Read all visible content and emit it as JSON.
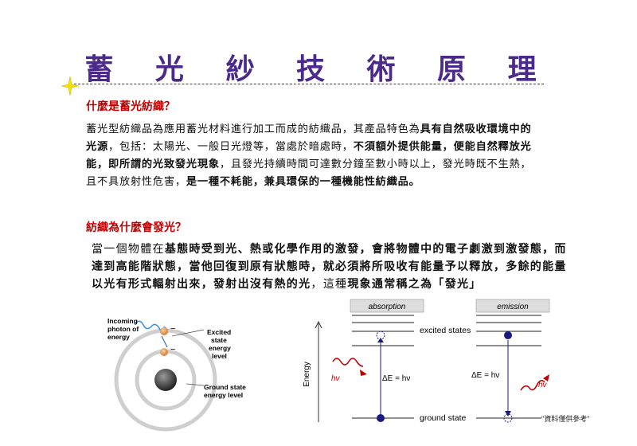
{
  "title": "蓄 光 紗 技 術 原 理",
  "section1": {
    "heading": "什麼是蓄光紡織？",
    "t1": "蓄光型紡織品為應用蓄光材料進行加工而成的紡織品，其產品特色為",
    "b1": "具有自然吸收環境中的光源",
    "t2": "，包括：太陽光、一般日光燈等，當處於暗處時，",
    "b2": "不須額外提供能量，便能自然釋放光能，即所謂的光致發光現象",
    "t3": "，且發光持續時間可達數分鐘至數小時以上，發光時既不生熱，且不具放射性危害，",
    "b3": "是一種不耗能，兼具環保的一種機能性紡織品。"
  },
  "section2": {
    "heading": "紡織為什麼會發光？",
    "t1": "當一個物體在",
    "b1": "基態時受到光、熱或化學作用的激發，會將物體中的電子劇激到激發態，而達到高能階狀態，當他回復到原有狀態時，就必須將所吸收有能量予以釋放，多餘的能量以光有形式輻射出來，發射出沒有熱的光",
    "t2": "，這種",
    "b2": "現象通常稱之為「發光」"
  },
  "atom_diagram": {
    "incoming": [
      "Incoming",
      "photon of",
      "energy"
    ],
    "excited": [
      "Excited",
      "state",
      "energy",
      "level"
    ],
    "ground": [
      "Ground state",
      "energy level"
    ],
    "minus": "−"
  },
  "energy_diagram": {
    "absorption": "absorption",
    "emission": "emission",
    "excited_states": "excited states",
    "ground_state": "ground state",
    "energy_axis": "Energy",
    "delta_abs": "ΔE = hν",
    "delta_em": "ΔE = hν",
    "hv_left": "hν",
    "hv_right": "hν"
  },
  "note": "\"資料僅供參考\"",
  "colors": {
    "title": "#4b2a8c",
    "heading": "#c00000",
    "photon": "#c00000",
    "electron": "#1a1a80"
  }
}
